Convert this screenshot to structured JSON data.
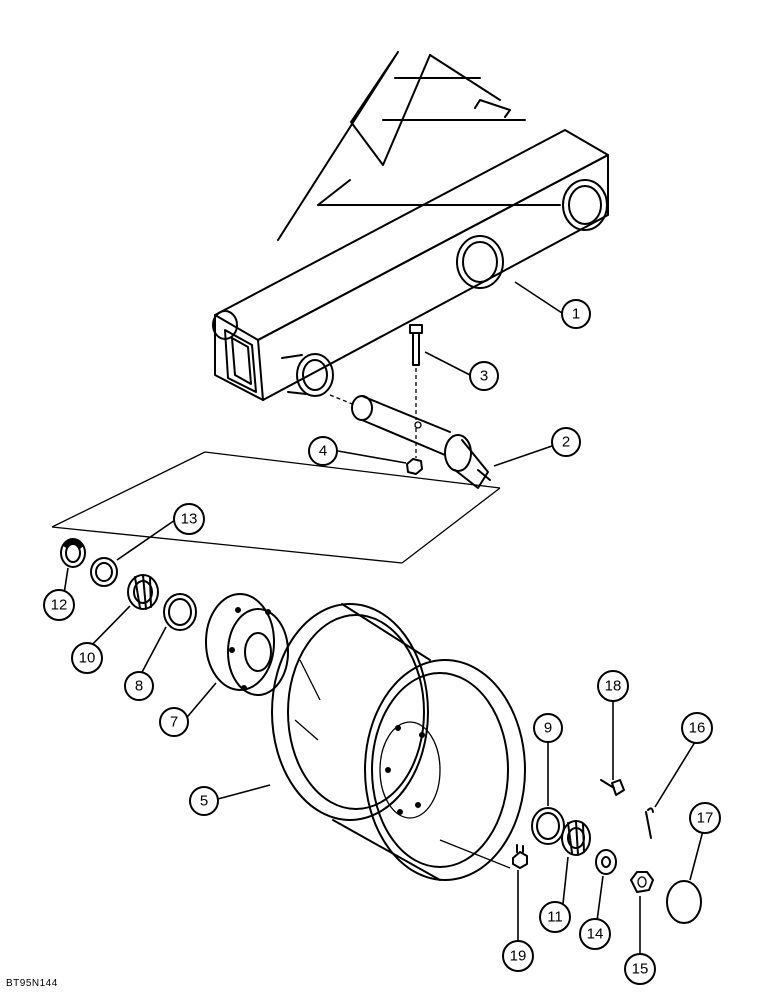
{
  "drawing_code": "BT95N144",
  "callouts": [
    {
      "id": "1",
      "label": "1"
    },
    {
      "id": "2",
      "label": "2"
    },
    {
      "id": "3",
      "label": "3"
    },
    {
      "id": "4",
      "label": "4"
    },
    {
      "id": "5",
      "label": "5"
    },
    {
      "id": "7",
      "label": "7"
    },
    {
      "id": "8",
      "label": "8"
    },
    {
      "id": "9",
      "label": "9"
    },
    {
      "id": "10",
      "label": "10"
    },
    {
      "id": "11",
      "label": "11"
    },
    {
      "id": "12",
      "label": "12"
    },
    {
      "id": "13",
      "label": "13"
    },
    {
      "id": "14",
      "label": "14"
    },
    {
      "id": "15",
      "label": "15"
    },
    {
      "id": "16",
      "label": "16"
    },
    {
      "id": "17",
      "label": "17"
    },
    {
      "id": "18",
      "label": "18"
    },
    {
      "id": "19",
      "label": "19"
    }
  ]
}
